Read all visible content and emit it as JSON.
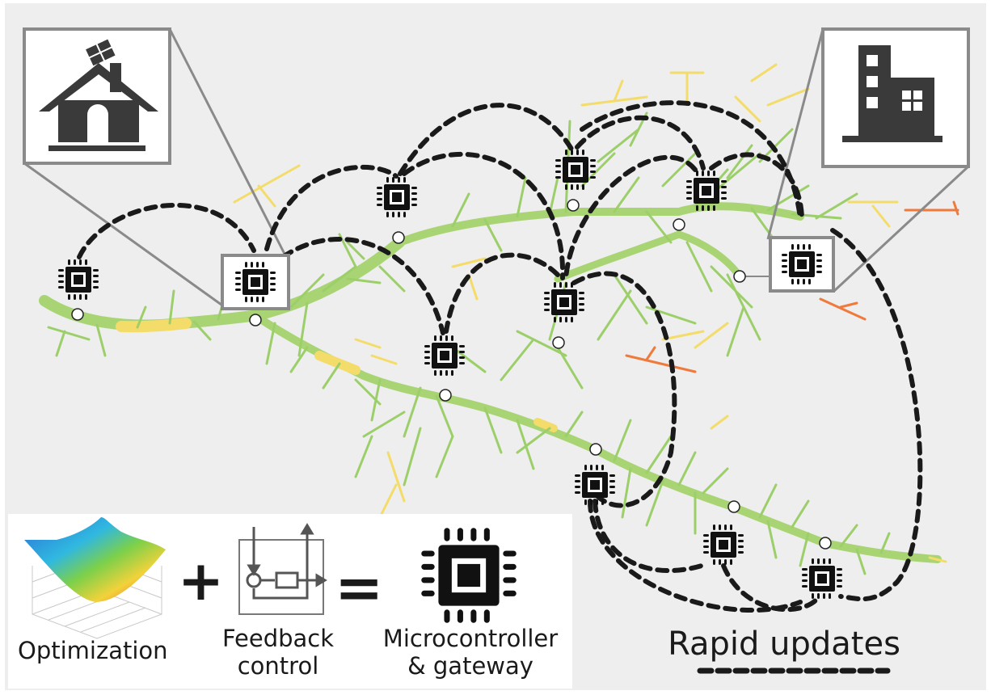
{
  "legend": {
    "optimization_label": "Optimization",
    "feedback_label_line1": "Feedback",
    "feedback_label_line2": "control",
    "micro_label_line1": "Microcontroller",
    "micro_label_line2": "& gateway",
    "plus_symbol": "+",
    "equals_symbol": "="
  },
  "annotation": {
    "rapid_updates_label": "Rapid updates"
  },
  "icons": {
    "house": "house-solar-icon",
    "building": "office-building-icon",
    "chip": "microcontroller-chip-icon",
    "surface": "optimization-surface-icon",
    "feedback": "feedback-loop-icon"
  },
  "colors": {
    "background": "#eeeeee",
    "feeder_green": "#a9d474",
    "branch_green": "#9ccf6a",
    "branch_yellow": "#f3dc6a",
    "branch_orange": "#ef7a3c",
    "link_dashes": "#1a1a1a",
    "callout_gray": "#8a8a8a",
    "icon_dark": "#3a3a3a"
  }
}
